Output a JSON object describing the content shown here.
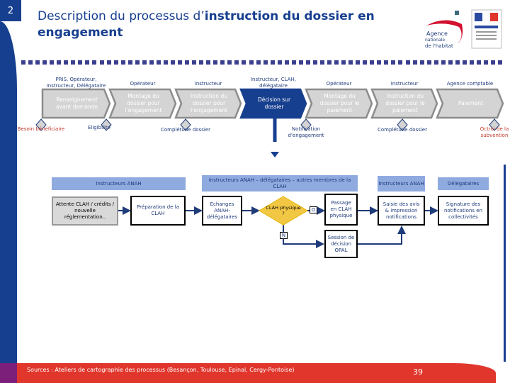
{
  "slide": {
    "number": "2",
    "title_normal": "Description du processus d’",
    "title_bold_1": "instruction du dossier en",
    "title_bold_2": "engagement",
    "logo_text": "Agence nationale de l'habitat",
    "page_number": "39",
    "sources": "Sources : Ateliers de cartographie des processus (Besançon, Toulouse, Epinal, Cergy-Pontoise)"
  },
  "colors": {
    "primary": "#173f8f",
    "footer": "#e0362c",
    "lane": "#8eaadf",
    "chevron_grey": "#d4d4d4",
    "decision": "#f2c744",
    "milestone_red": "#c0392b"
  },
  "chevrons": [
    {
      "role": "PRIS, Opérateur, Instructeur, Délégataire",
      "label": "Renseignement avant demande"
    },
    {
      "role": "Opérateur",
      "label": "Montage du dossier pour l'engagement"
    },
    {
      "role": "Instructeur",
      "label": "Instruction du dossier pour l'engagement"
    },
    {
      "role": "Instructeur, CLAH, délégataire",
      "label": "Décision sur dossier"
    },
    {
      "role": "Opérateur",
      "label": "Montage du dossier pour le paiement"
    },
    {
      "role": "Instructeur",
      "label": "Instruction du dossier pour le paiement"
    },
    {
      "role": "Agence comptable",
      "label": "Paiement"
    }
  ],
  "milestones": [
    "Besoin bénéficiaire",
    "Eligibilité",
    "Complétude dossier",
    "Notification d'engagement",
    "Complétude dossier",
    "Octroi de la subvention"
  ],
  "lanes": [
    "Instructeurs ANAH",
    "Instructeurs ANAH – délégataires – autres membres de la CLAH",
    "Instructeurs ANAH",
    "Délégataires"
  ],
  "steps": {
    "attente": "Attente CLAH / crédits / nouvelle réglementation..",
    "preparation": "Préparation de la CLAH",
    "echanges": "Echanges ANAH-délégataires",
    "decision": "CLAH physique ?",
    "yes": "O",
    "no": "N",
    "passage": "Passage en CLAH physique",
    "session": "Session de décision OPAL",
    "saisie": "Saisie des avis & impression notifications",
    "signature": "Signature des notifications en collectivités"
  }
}
